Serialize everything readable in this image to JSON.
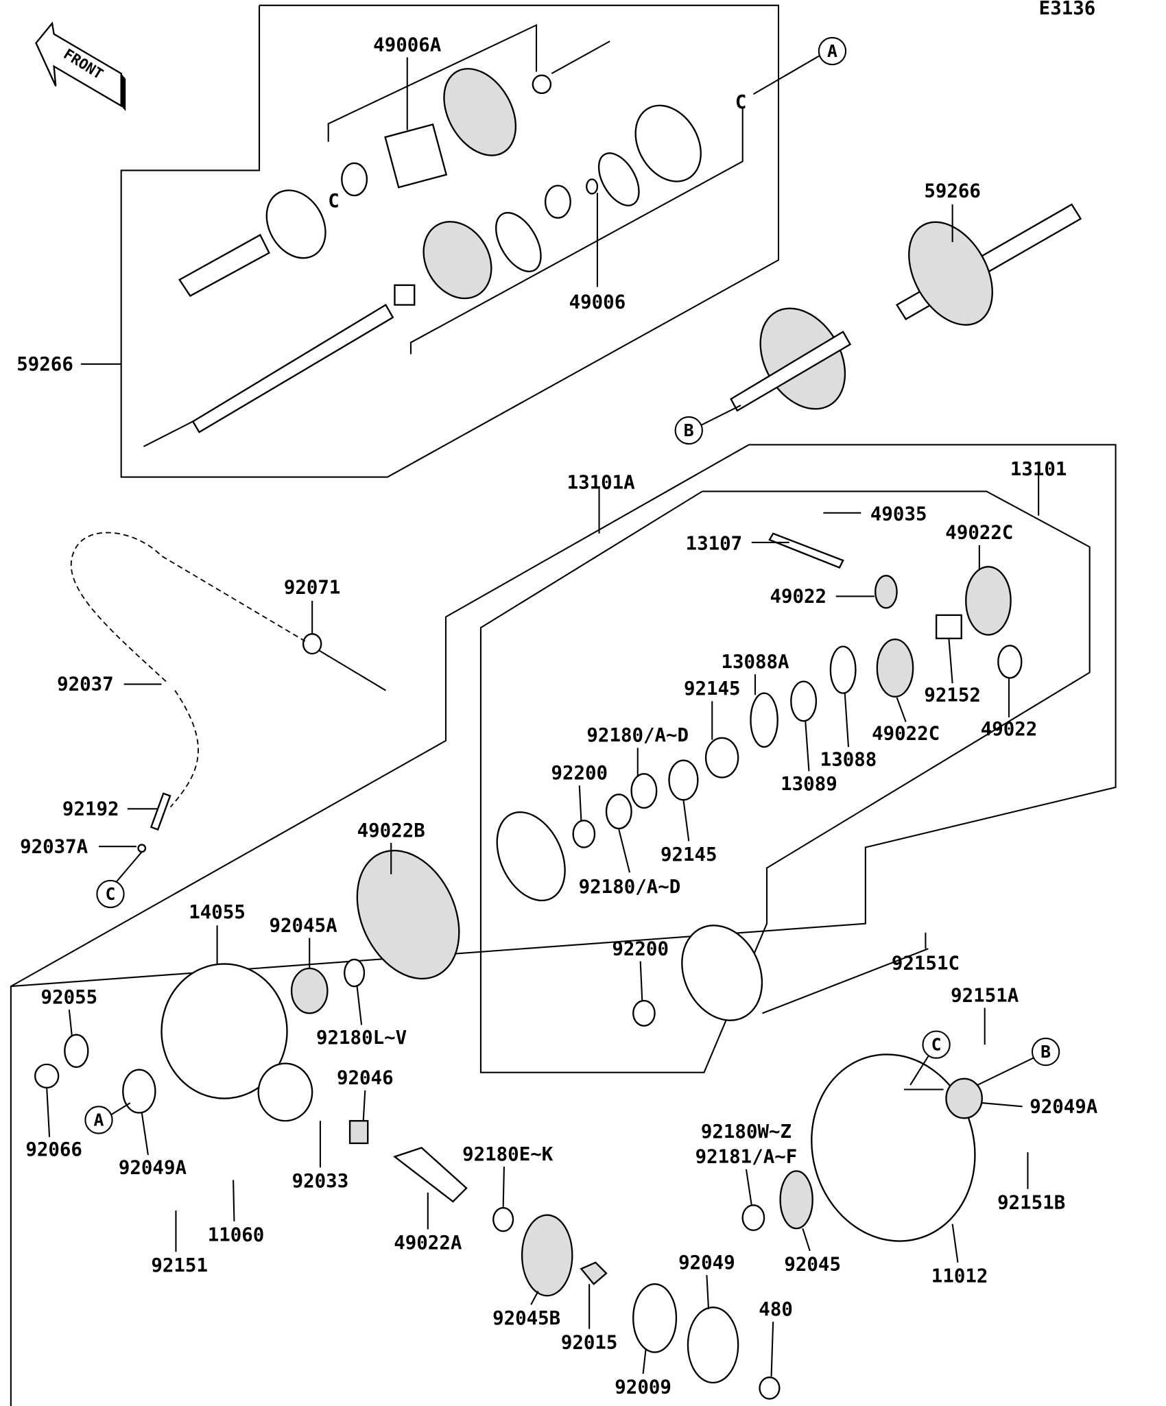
{
  "diagram_code": "E3136",
  "front_arrow_label": "FRONT",
  "refs": {
    "a": "A",
    "b": "B",
    "c": "C"
  },
  "labels": {
    "p49006A": "49006A",
    "p49006": "49006",
    "p59266_left": "59266",
    "p59266_right": "59266",
    "p13101A": "13101A",
    "p13101": "13101",
    "p49035": "49035",
    "p13107": "13107",
    "p49022C_top": "49022C",
    "p49022_top": "49022",
    "p92071": "92071",
    "p92037": "92037",
    "p13088A": "13088A",
    "p92145_top": "92145",
    "p92152": "92152",
    "p49022_right": "49022",
    "p92180AD_top": "92180/A~D",
    "p49022C_mid": "49022C",
    "p13088": "13088",
    "p92200_top": "92200",
    "p13089": "13089",
    "p92192": "92192",
    "p92037A": "92037A",
    "p49022B": "49022B",
    "p92145_bot": "92145",
    "p92180AD_bot": "92180/A~D",
    "p14055": "14055",
    "p92045A": "92045A",
    "p92200_bot": "92200",
    "p92151C": "92151C",
    "p92055": "92055",
    "p92180LV": "92180L~V",
    "p92151A": "92151A",
    "p92046": "92046",
    "p92049A_right": "92049A",
    "p92180WZ": "92180W~Z",
    "p92181AF": "92181/A~F",
    "p92180EK": "92180E~K",
    "p92066": "92066",
    "p92049A_left": "92049A",
    "p92033": "92033",
    "p92151B": "92151B",
    "p11060": "11060",
    "p92151": "92151",
    "p49022A": "49022A",
    "p92049": "92049",
    "p92045": "92045",
    "p11012": "11012",
    "p480": "480",
    "p92045B": "92045B",
    "p92015": "92015",
    "p92009": "92009"
  }
}
